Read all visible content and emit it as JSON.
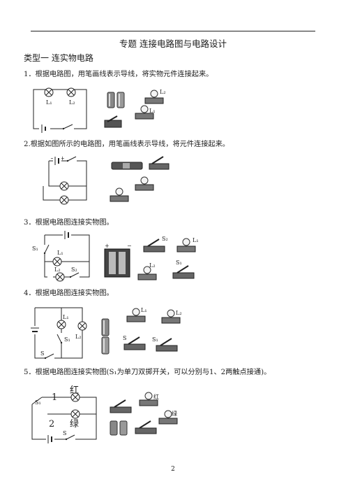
{
  "doc": {
    "title": "专题 连接电路图与电路设计",
    "type_heading": "类型一  连实物电路",
    "page_number": "2"
  },
  "questions": [
    {
      "id": 1,
      "text": "1．根据电路图，用笔画线表示导线，将实物元件连接起来。",
      "labels": {
        "L1": "L₁",
        "L2": "L₂"
      }
    },
    {
      "id": 2,
      "text": "2.根据如图所示的电路图，用笔画线表示导线，将元件连接起来。",
      "labels": {
        "minus": "−",
        "plus": "+"
      }
    },
    {
      "id": 3,
      "text": "3．根据电路图连接实物图。",
      "labels": {
        "S1": "S₁",
        "S2": "S₂",
        "L1": "L₁",
        "L2": "L₂",
        "plus": "+",
        "minus": "−"
      }
    },
    {
      "id": 4,
      "text": "4．根据电路图连接实物图。",
      "labels": {
        "S": "S",
        "S1": "S₁",
        "L1": "L₁",
        "L2": "L₂"
      }
    },
    {
      "id": 5,
      "text": "5．根据电路图连接实物图(S₁为单刀双掷开关，可以分别与1、2两触点接通)。",
      "labels": {
        "S1": "S₁",
        "S": "S",
        "one": "1",
        "two": "2",
        "red": "红",
        "green": "绿"
      }
    }
  ]
}
